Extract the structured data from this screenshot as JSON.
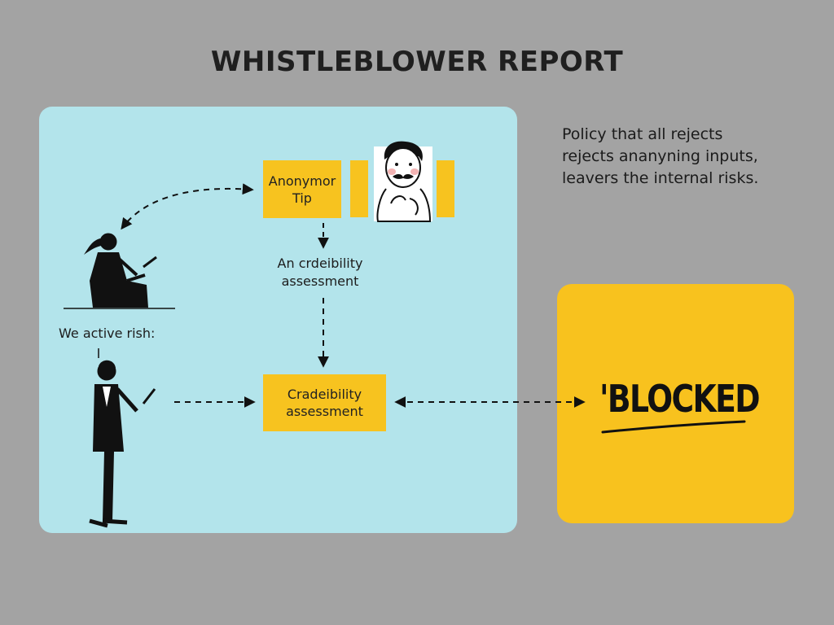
{
  "title": "WHISTLEBLOWER REPORT",
  "tip_box": {
    "line1": "Anonymor",
    "line2": "Tip"
  },
  "assessment_label": {
    "line1": "An crdeibility",
    "line2": "assessment"
  },
  "credibility_box": {
    "line1": "Cradeibility",
    "line2": "assessment"
  },
  "risk_label": "We active rish:",
  "policy_note": {
    "line1": "Policy that all rejects",
    "line2": "rejects ananyning inputs,",
    "line3": "leavers the internal risks."
  },
  "blocked_label": "'BLOCKED",
  "colors": {
    "background": "#a3a3a3",
    "panel": "#b3e4eb",
    "accent_yellow": "#f7c31f",
    "ink": "#111111"
  }
}
